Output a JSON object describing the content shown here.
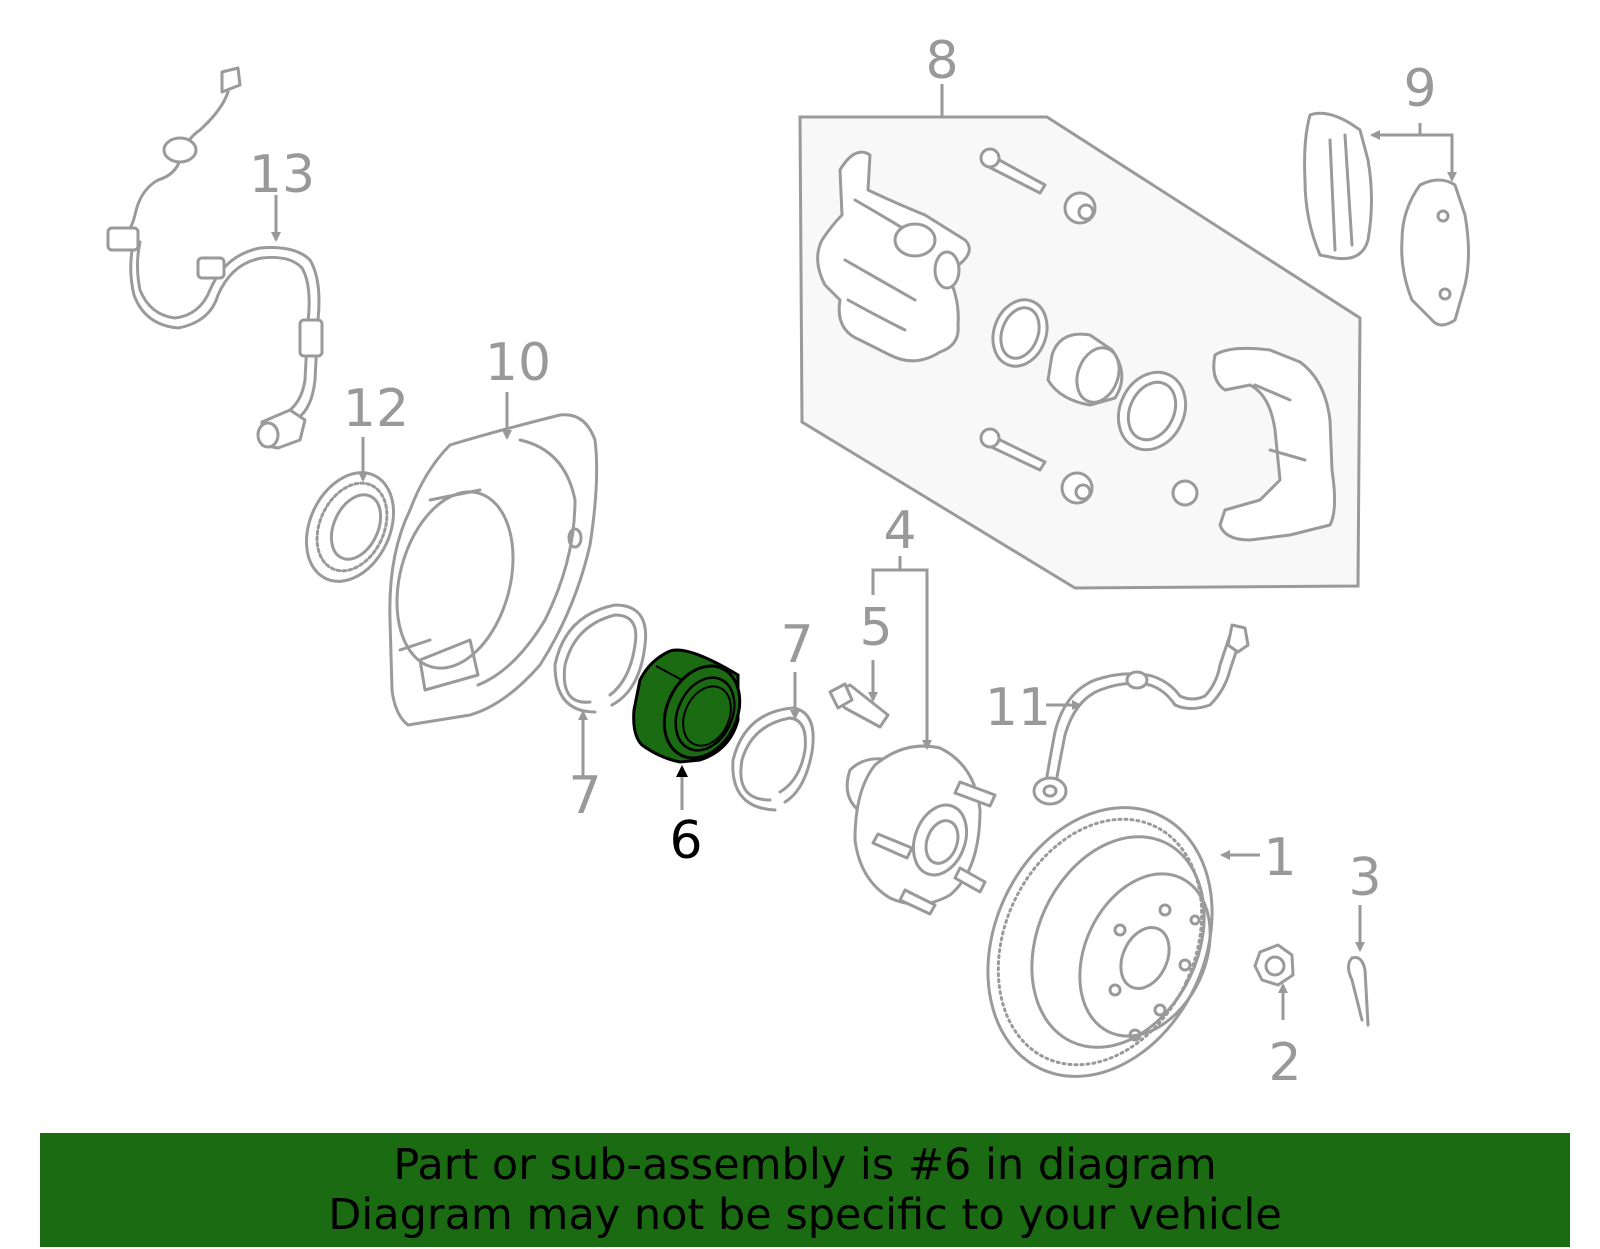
{
  "callouts": {
    "c1": "1",
    "c2": "2",
    "c3": "3",
    "c4": "4",
    "c5": "5",
    "c6": "6",
    "c7": "7",
    "c8": "8",
    "c9": "9",
    "c10": "10",
    "c11": "11",
    "c12": "12",
    "c13": "13"
  },
  "highlighted_part": "6",
  "colors": {
    "highlight": "#1a6b12",
    "part_stroke": "#9a9a9a",
    "banner_background": "#1a6b12",
    "box_fill": "#f8f8f8"
  },
  "banner": {
    "line1": "Part or sub-assembly is #6 in diagram",
    "line2": "Diagram may not be specific to your vehicle"
  }
}
